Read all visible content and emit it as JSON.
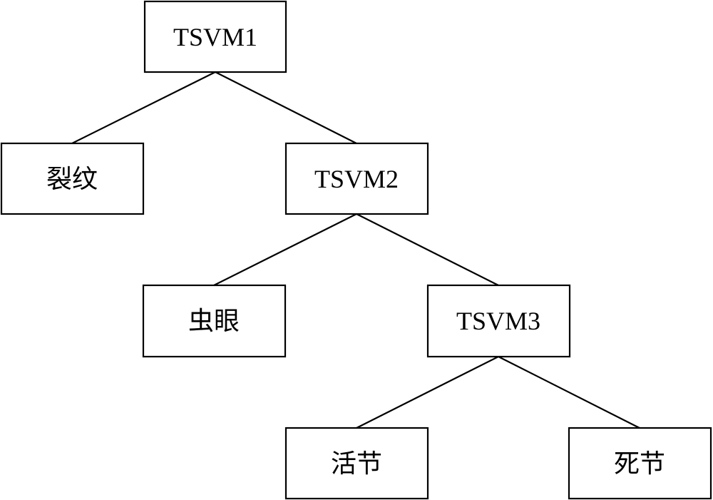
{
  "nodes": {
    "tsvm1": {
      "label": "TSVM1"
    },
    "crack": {
      "label": "裂纹"
    },
    "tsvm2": {
      "label": "TSVM2"
    },
    "wormhole": {
      "label": "虫眼"
    },
    "tsvm3": {
      "label": "TSVM3"
    },
    "live_knot": {
      "label": "活节"
    },
    "dead_knot": {
      "label": "死节"
    }
  },
  "edges": [
    {
      "from": "tsvm1",
      "to": "crack"
    },
    {
      "from": "tsvm1",
      "to": "tsvm2"
    },
    {
      "from": "tsvm2",
      "to": "wormhole"
    },
    {
      "from": "tsvm2",
      "to": "tsvm3"
    },
    {
      "from": "tsvm3",
      "to": "live_knot"
    },
    {
      "from": "tsvm3",
      "to": "dead_knot"
    }
  ]
}
